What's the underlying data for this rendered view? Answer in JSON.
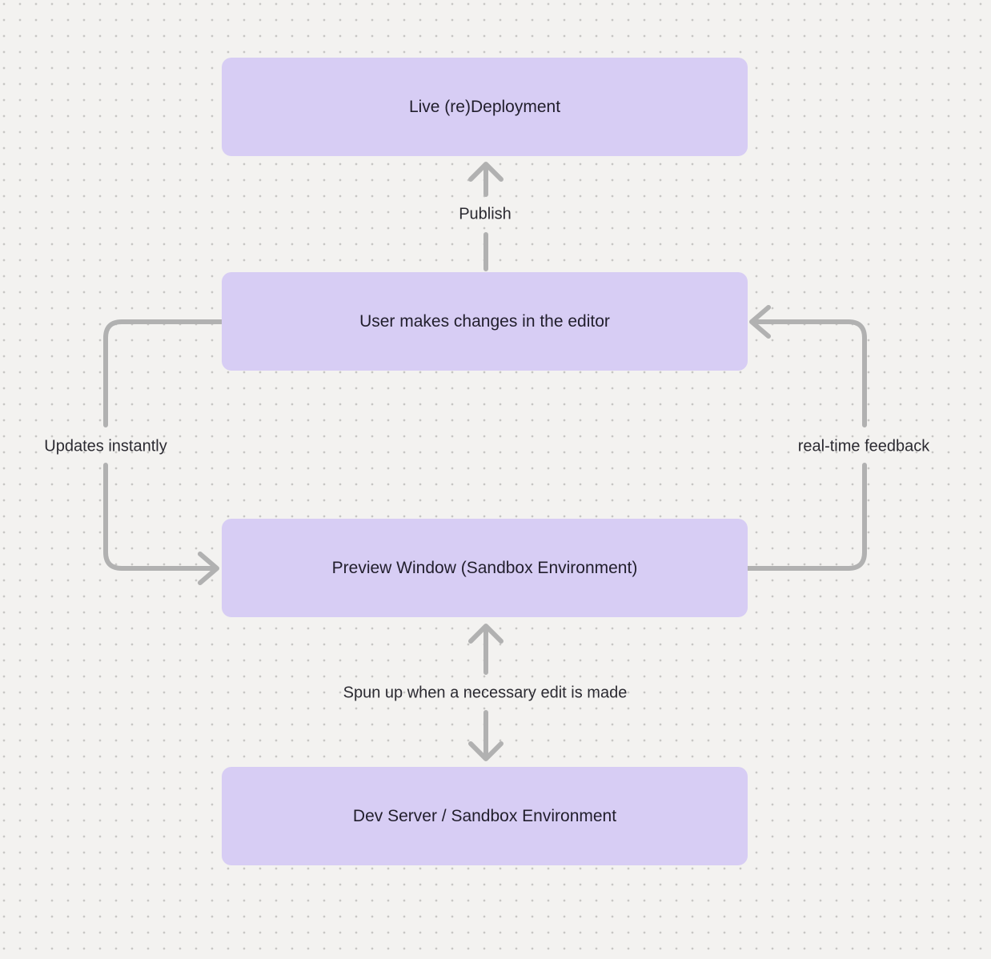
{
  "diagram": {
    "nodes": [
      {
        "id": "live-redeployment",
        "label": "Live (re)Deployment"
      },
      {
        "id": "editor",
        "label": "User makes changes in the editor"
      },
      {
        "id": "preview-window",
        "label": "Preview Window (Sandbox Environment)"
      },
      {
        "id": "dev-server",
        "label": "Dev Server / Sandbox Environment"
      }
    ],
    "edges": [
      {
        "label": "Publish",
        "from": "editor",
        "to": "live-redeployment",
        "direction": "up"
      },
      {
        "label": "Updates instantly",
        "from": "editor",
        "to": "preview-window",
        "direction": "down-left-loop"
      },
      {
        "label": "real-time feedback",
        "from": "preview-window",
        "to": "editor",
        "direction": "up-right-loop"
      },
      {
        "label": "Spun up when a necessary edit is made",
        "from": "preview-window",
        "to": "dev-server",
        "bidirectional": true
      }
    ],
    "colors": {
      "background": "#f3f2f0",
      "dot": "#c7c6c4",
      "node_fill": "#d7cdf4",
      "node_text": "#211e2c",
      "label_text": "#2b2a31",
      "arrow": "#b1b1b1"
    }
  }
}
